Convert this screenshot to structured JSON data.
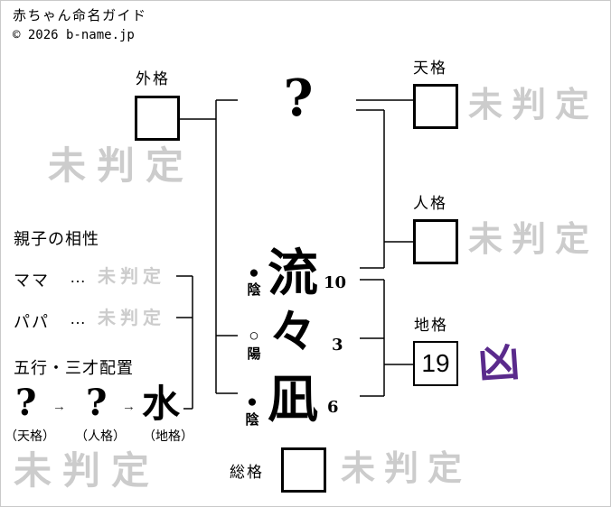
{
  "page": {
    "title": "赤ちゃん命名ガイド",
    "copyright": "© 2026 b-name.jp"
  },
  "frames": {
    "gaikaku": {
      "label": "外格",
      "value": "",
      "result": "未判定"
    },
    "tenkaku": {
      "label": "天格",
      "value": "",
      "result": "未判定"
    },
    "jinkaku": {
      "label": "人格",
      "value": "",
      "result": "未判定"
    },
    "chikaku": {
      "label": "地格",
      "value": "19",
      "result": "凶"
    },
    "soukaku": {
      "label": "総格",
      "value": "",
      "result": "未判定"
    }
  },
  "name": {
    "surname_placeholder": "?",
    "given_chars": [
      {
        "char": "流",
        "strokes": "10",
        "polarity_mark": "●",
        "polarity": "陰"
      },
      {
        "char": "々",
        "strokes": "3",
        "polarity_mark": "○",
        "polarity": "陽"
      },
      {
        "char": "凪",
        "strokes": "6",
        "polarity_mark": "●",
        "polarity": "陰"
      }
    ]
  },
  "compatibility": {
    "heading": "親子の相性",
    "rows": [
      {
        "label": "ママ",
        "separator": "…",
        "result": "未判定"
      },
      {
        "label": "パパ",
        "separator": "…",
        "result": "未判定"
      }
    ]
  },
  "gogyo": {
    "heading": "五行・三才配置",
    "arrow": "→",
    "steps": [
      {
        "symbol": "?",
        "caption": "（天格）"
      },
      {
        "symbol": "?",
        "caption": "（人格）"
      },
      {
        "symbol": "水",
        "caption": "（地格）"
      }
    ]
  },
  "colors": {
    "bad_luck_purple": "#5a2a8c",
    "watermark_gray": "#cccccc",
    "line_black": "#000000"
  }
}
